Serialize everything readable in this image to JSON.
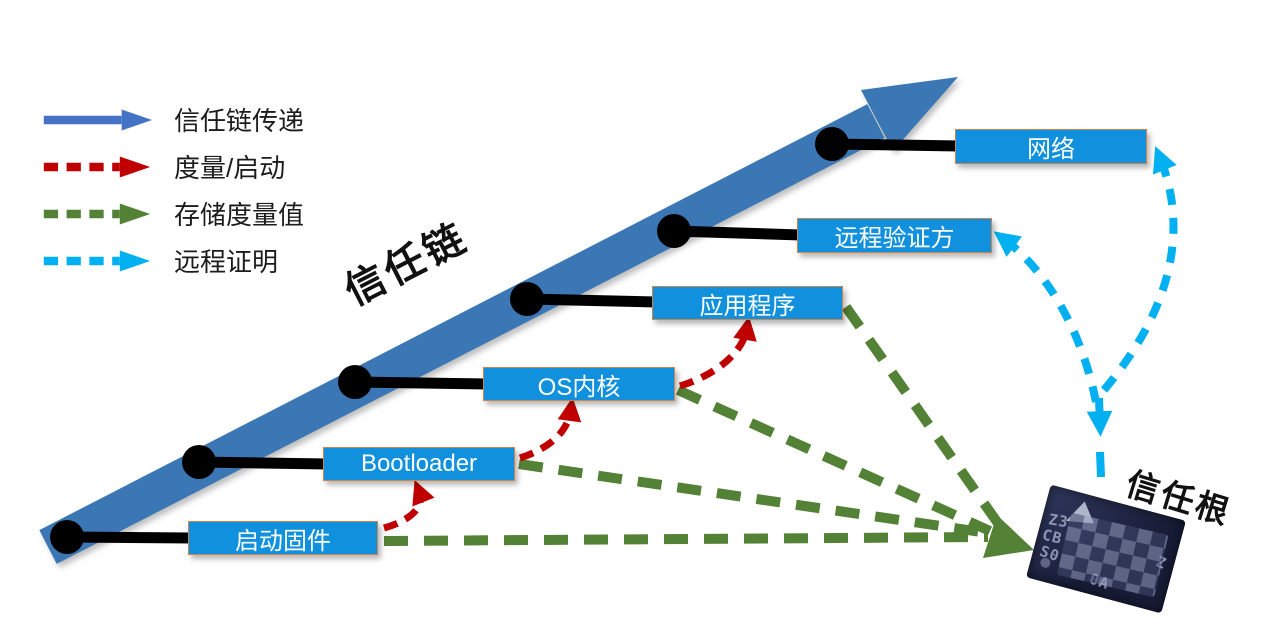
{
  "colors": {
    "chain_blue": "#3b77b4",
    "legend_blue": "#4472c4",
    "box_blue": "#1191dd",
    "box_border": "#d0834a",
    "red": "#c00000",
    "green": "#538135",
    "cyan": "#00b0f0",
    "chip_bg": "#1f2646"
  },
  "legend": {
    "items": [
      {
        "label": "信任链传递",
        "color": "#4472c4",
        "style": "solid"
      },
      {
        "label": "度量/启动",
        "color": "#c00000",
        "style": "dashed"
      },
      {
        "label": "存储度量值",
        "color": "#538135",
        "style": "dashed"
      },
      {
        "label": "远程证明",
        "color": "#00b0f0",
        "style": "dashed"
      }
    ]
  },
  "chain_label": "信任链",
  "root_label": "信任根",
  "nodes": [
    {
      "label": "启动固件"
    },
    {
      "label": "Bootloader"
    },
    {
      "label": "OS内核"
    },
    {
      "label": "应用程序"
    },
    {
      "label": "远程验证方"
    },
    {
      "label": "网络"
    }
  ],
  "chip": {
    "markings": [
      "Z3",
      "CB",
      "S0",
      "0A",
      "Z"
    ]
  }
}
